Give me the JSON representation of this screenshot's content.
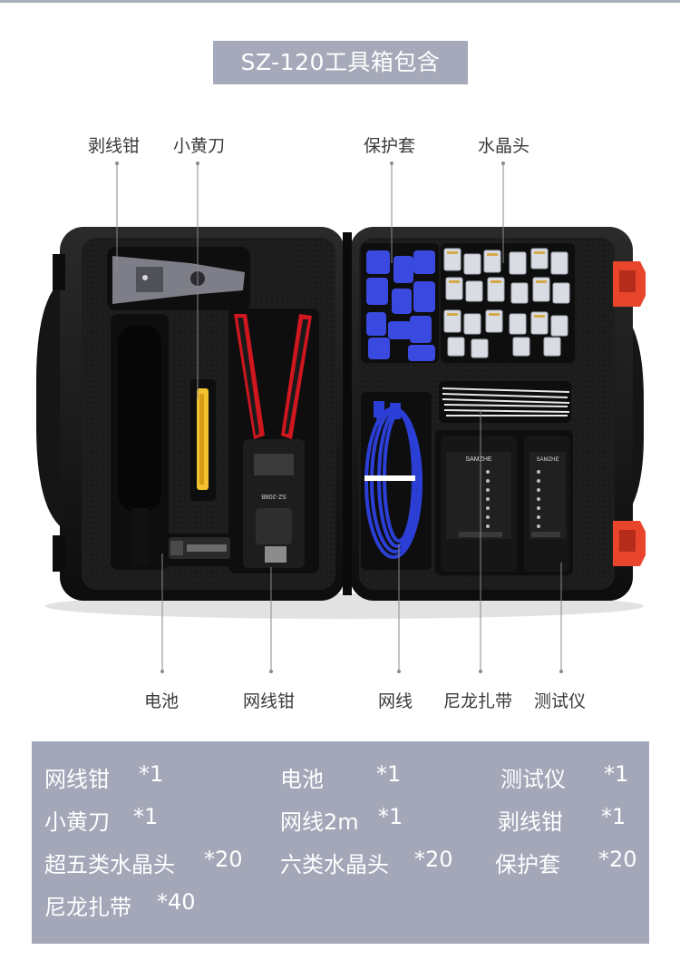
{
  "title": "SZ-120工具箱包含",
  "callouts": {
    "stripper": "剥线钳",
    "knife": "小黄刀",
    "boot": "保护套",
    "connector": "水晶头",
    "battery": "电池",
    "crimper": "网线钳",
    "cable": "网线",
    "zip_tie": "尼龙扎带",
    "tester": "测试仪"
  },
  "product_print": {
    "tester_brand_left": "SAMZHE",
    "tester_brand_right": "SAMZHE",
    "crimper_model": "SZ-208B"
  },
  "contents": [
    {
      "name": "网线钳",
      "qty": "*1"
    },
    {
      "name": "电池",
      "qty": "*1"
    },
    {
      "name": "测试仪",
      "qty": "*1"
    },
    {
      "name": "小黄刀",
      "qty": "*1"
    },
    {
      "name": "网线2m",
      "qty": "*1"
    },
    {
      "name": "剥线钳",
      "qty": "*1"
    },
    {
      "name": "超五类水晶头",
      "qty": "*20"
    },
    {
      "name": "六类水晶头",
      "qty": "*20"
    },
    {
      "name": "保护套",
      "qty": "*20"
    },
    {
      "name": "尼龙扎带",
      "qty": "*40"
    }
  ],
  "colors": {
    "banner": "#a6a9b9",
    "case": "#111111",
    "latch": "#e8452c",
    "crimper_handle": "#d0161f",
    "cable": "#2b3fd6",
    "knife": "#f2c230"
  }
}
